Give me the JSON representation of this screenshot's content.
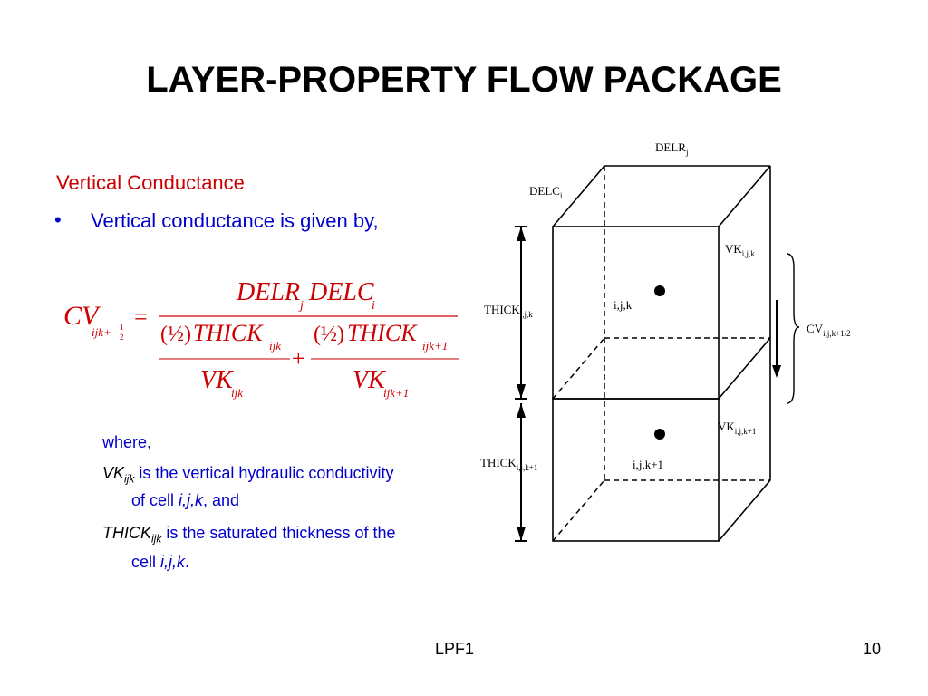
{
  "slide": {
    "title": "LAYER-PROPERTY FLOW PACKAGE",
    "heading": "Vertical Conductance",
    "bullet_marker": "•",
    "bullet_text": "Vertical conductance is given by,",
    "where": "where,",
    "def_vk": {
      "var": "VK",
      "sub": "ijk",
      "text": " is the vertical hydraulic conductivity",
      "line2_prefix": "of cell ",
      "line2_italic": "i,j,k",
      "line2_suffix": ", and"
    },
    "def_thick": {
      "var": "THICK",
      "sub": "ijk",
      "text": " is the saturated thickness of the",
      "line2_prefix": "cell ",
      "line2_italic": "i,j,k",
      "line2_suffix": "."
    },
    "footer_label": "LPF1",
    "page_number": "10"
  },
  "formula": {
    "lhs": "CV",
    "lhs_sub": "ijk+",
    "lhs_sub_frac_num": "1",
    "lhs_sub_frac_den": "2",
    "equals": "=",
    "num_delr": "DELR",
    "num_delr_sub": "j",
    "num_delc": "DELC",
    "num_delc_sub": "i",
    "half": "(½)",
    "thick": "THICK",
    "thick_sub_1": "ijk",
    "thick_sub_2": "ijk+1",
    "vk": "VK",
    "vk_sub_1": "ijk",
    "vk_sub_2": "ijk+1",
    "plus": "+"
  },
  "diagram": {
    "delr": "DELR",
    "delr_sub": "j",
    "delc": "DELC",
    "delc_sub": "i",
    "vk_top": "VK",
    "vk_top_sub": "i,j,k",
    "cell_top": "i,j,k",
    "thick_top": "THICK",
    "thick_top_sub": "i,j,k",
    "cv": "CV",
    "cv_sub": "i,j,k+1/2",
    "vk_bottom": "VK",
    "vk_bottom_sub": "i,j,k+1",
    "cell_bottom": "i,j,k+1",
    "thick_bottom": "THICK",
    "thick_bottom_sub": "i,j,k+1"
  },
  "colors": {
    "heading": "#cc0000",
    "body_text": "#0000cc",
    "formula": "#cc0000",
    "title": "#000000"
  }
}
